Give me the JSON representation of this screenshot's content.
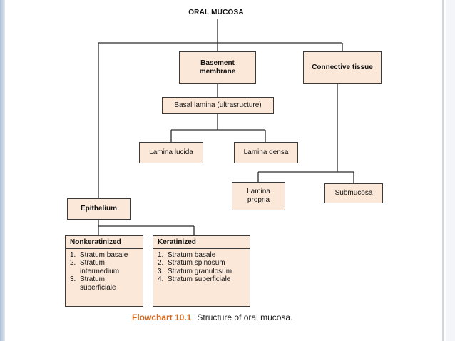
{
  "title": "ORAL MUCOSA",
  "nodes": {
    "basement": "Basement membrane",
    "connective": "Connective tissue",
    "basal_lamina": "Basal lamina (ultrasructure)",
    "lamina_lucida": "Lamina lucida",
    "lamina_densa": "Lamina densa",
    "lamina_propria": "Lamina propria",
    "submucosa": "Submucosa",
    "epithelium": "Epithelium"
  },
  "nonkeratinized": {
    "title": "Nonkeratinized",
    "items": [
      {
        "num": "1.",
        "text": "Stratum basale"
      },
      {
        "num": "2.",
        "text": "Stratum intermedium"
      },
      {
        "num": "3.",
        "text": "Stratum superficiale"
      }
    ]
  },
  "keratinized": {
    "title": "Keratinized",
    "items": [
      {
        "num": "1.",
        "text": "Stratum basale"
      },
      {
        "num": "2.",
        "text": "Stratum spinosum"
      },
      {
        "num": "3.",
        "text": "Stratum granulosum"
      },
      {
        "num": "4.",
        "text": "Stratum superficiale"
      }
    ]
  },
  "caption": {
    "label": "Flowchart 10.1",
    "text": "Structure of oral mucosa."
  }
}
